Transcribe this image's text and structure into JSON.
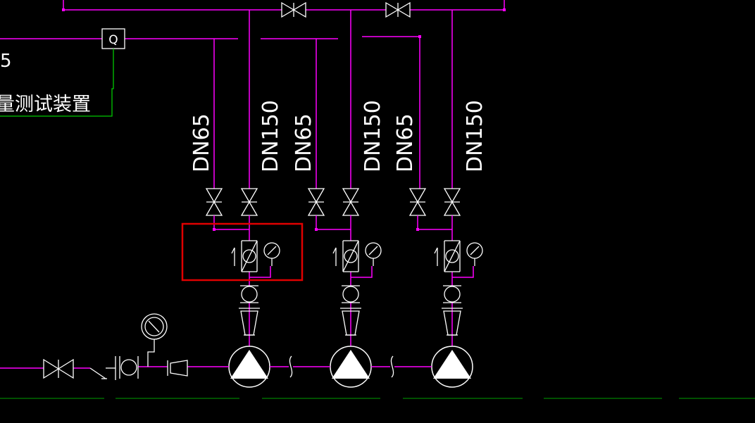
{
  "colors": {
    "background": "#000000",
    "pipe": "#ff00ff",
    "symbol": "#ffffff",
    "signal": "#00c800",
    "highlight": "#e00000"
  },
  "labels": {
    "flow_meter_tag": "Q",
    "device_text": "量测试装置",
    "left_edge_fragment": "5"
  },
  "pipe_sizes": [
    "DN65",
    "DN150",
    "DN65",
    "DN150",
    "DN65",
    "DN150"
  ],
  "icons": [
    "gate-valve-icon",
    "check-valve-icon",
    "pressure-gauge-icon",
    "pump-icon",
    "reducer-icon",
    "flexible-joint-icon",
    "flow-meter-icon"
  ]
}
